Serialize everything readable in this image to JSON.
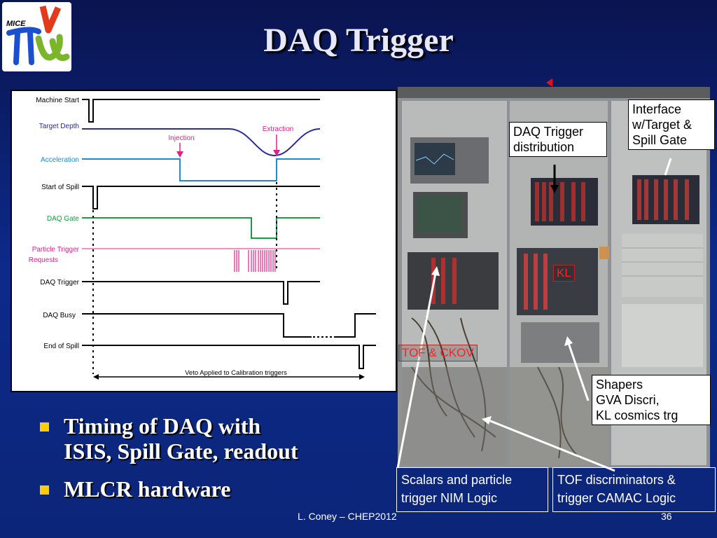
{
  "slide": {
    "title": "DAQ Trigger",
    "logo_text": "MICE"
  },
  "timing_diagram": {
    "signals": {
      "machine_start": "Machine Start",
      "target_depth": "Target Depth",
      "acceleration": "Acceleration",
      "start_of_spill": "Start of Spill",
      "daq_gate": "DAQ Gate",
      "particle_trigger_line1": "Particle Trigger",
      "particle_trigger_line2": "Requests",
      "daq_trigger": "DAQ Trigger",
      "daq_busy": "DAQ Busy",
      "end_of_spill": "End of Spill"
    },
    "annotations": {
      "injection": "Injection",
      "extraction": "Extraction",
      "veto": "Veto Applied to Calibration triggers"
    },
    "colors": {
      "black": "#000000",
      "target_depth": "#2a2aa0",
      "acceleration": "#1a8fd0",
      "daq_gate": "#10a040",
      "particle_trigger": "#e0208a"
    }
  },
  "photo_callouts": {
    "daq_trigger_distribution": [
      "DAQ Trigger",
      "distribution"
    ],
    "interface": [
      "Interface",
      "w/Target &",
      "Spill Gate"
    ],
    "kl": "KL",
    "tof_ckov": "TOF & CKOV",
    "shapers": [
      "Shapers",
      "GVA Discri,",
      "KL cosmics trg"
    ]
  },
  "bottom_boxes": {
    "scalars": [
      "Scalars and particle",
      "trigger NIM Logic"
    ],
    "tof_discriminators": [
      "TOF discriminators &",
      "trigger CAMAC Logic"
    ]
  },
  "bullets": [
    [
      "Timing of DAQ with",
      "ISIS, Spill Gate, readout"
    ],
    [
      "MLCR hardware"
    ]
  ],
  "footer": {
    "author": "L. Coney – CHEP2012",
    "page": "36"
  }
}
